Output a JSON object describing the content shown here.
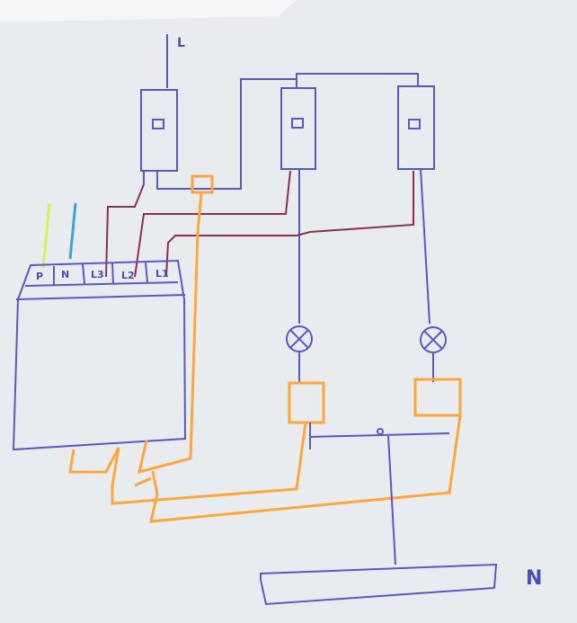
{
  "diagram": {
    "labels": {
      "top_line": "L",
      "neutral": "N"
    },
    "terminals": [
      "P",
      "N",
      "L3",
      "L2",
      "L1"
    ],
    "colors": {
      "paper": "#eef0f3",
      "ink_blue": "#5a57c9",
      "ink_maroon": "#8b2f4a",
      "ink_orange": "#ffa53a",
      "wire_yellow": "#d6f25a",
      "wire_cyan": "#35a8d6"
    }
  }
}
